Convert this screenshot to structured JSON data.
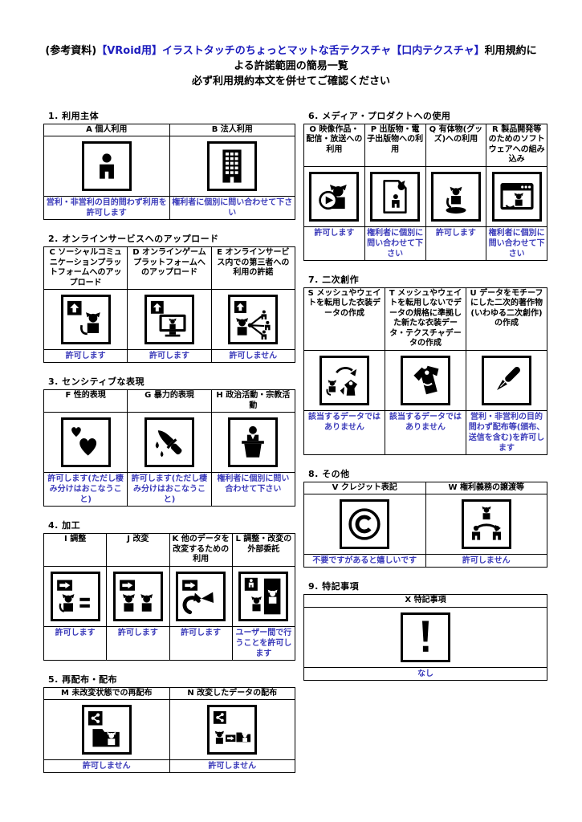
{
  "title": {
    "line1_prefix": "(参考資料)",
    "line1_em": "【VRoid用】イラストタッチのちょっとマットな舌テクスチャ【口内テクスチャ】",
    "line1_suffix": "利用規約に",
    "line2": "よる許諾範囲の簡易一覧",
    "line3": "必ず利用規約本文を併せてご確認ください"
  },
  "colors": {
    "accent_blue_title": "#1c1cbe",
    "status_blue": "#3b3bba",
    "text_black": "#000000",
    "background": "#ffffff"
  },
  "sections": [
    {
      "label": "1. 利用主体",
      "cells": [
        {
          "id": "A",
          "header": "A 個人利用",
          "icon": "person-icon",
          "status": "営利・非営利の目的問わず利用を許可します"
        },
        {
          "id": "B",
          "header": "B 法人利用",
          "icon": "building-icon",
          "status": "権利者に個別に問い合わせて下さい"
        }
      ]
    },
    {
      "label": "2. オンラインサービスへのアップロード",
      "cells": [
        {
          "id": "C",
          "header": "C ソーシャルコミュニケーションプラットフォームへのアップロード",
          "icon": "upload-social-icon",
          "status": "許可します"
        },
        {
          "id": "D",
          "header": "D オンラインゲームプラットフォームへのアップロード",
          "icon": "upload-game-icon",
          "status": "許可します"
        },
        {
          "id": "E",
          "header": "E オンラインサービス内での第三者への利用の許諾",
          "icon": "upload-third-party-icon",
          "status": "許可しません"
        }
      ]
    },
    {
      "label": "3. センシティブな表現",
      "cells": [
        {
          "id": "F",
          "header": "F 性的表現",
          "icon": "hearts-icon",
          "status": "許可します(ただし棲み分けはおこなうこと)"
        },
        {
          "id": "G",
          "header": "G 暴力的表現",
          "icon": "knife-icon",
          "status": "許可します(ただし棲み分けはおこなうこと)"
        },
        {
          "id": "H",
          "header": "H 政治活動・宗教活動",
          "icon": "podium-icon",
          "status": "権利者に個別に問い合わせて下さい"
        }
      ]
    },
    {
      "label": "4. 加工",
      "cells": [
        {
          "id": "I",
          "header": "I 調整",
          "icon": "adjust-icon",
          "status": "許可します"
        },
        {
          "id": "J",
          "header": "J 改変",
          "icon": "modify-icon",
          "status": "許可します"
        },
        {
          "id": "K",
          "header": "K 他のデータを改変するための利用",
          "icon": "modify-other-data-icon",
          "status": "許可します"
        },
        {
          "id": "L",
          "header": "L 調整・改変の外部委託",
          "icon": "outsource-icon",
          "status": "ユーザー間で行うことを許可します"
        }
      ]
    },
    {
      "label": "5. 再配布・配布",
      "cells": [
        {
          "id": "M",
          "header": "M 未改変状態での再配布",
          "icon": "redistribute-icon",
          "status": "許可しません"
        },
        {
          "id": "N",
          "header": "N 改変したデータの配布",
          "icon": "distribute-modified-icon",
          "status": "許可しません"
        }
      ]
    },
    {
      "label": "6. メディア・プロダクトへの使用",
      "cells": [
        {
          "id": "O",
          "header": "O 映像作品・配信・放送への利用",
          "icon": "video-icon",
          "status": "許可します"
        },
        {
          "id": "P",
          "header": "P 出版物・電子出版物への利用",
          "icon": "publication-icon",
          "status": "権利者に個別に問い合わせて下さい"
        },
        {
          "id": "Q",
          "header": "Q 有体物(グッズ)への利用",
          "icon": "goods-icon",
          "status": "許可します"
        },
        {
          "id": "R",
          "header": "R 製品開発等のためのソフトウェアへの組み込み",
          "icon": "software-icon",
          "status": "権利者に個別に問い合わせて下さい"
        }
      ]
    },
    {
      "label": "7. 二次創作",
      "cells": [
        {
          "id": "S",
          "header": "S メッシュやウェイトを転用した衣装データの作成",
          "icon": "costume-reuse-icon",
          "status": "該当するデータではありません"
        },
        {
          "id": "T",
          "header": "T メッシュやウェイトを転用しないでデータの規格に準拠した新たな衣装データ・テクスチャデータの作成",
          "icon": "costume-new-icon",
          "status": "該当するデータではありません"
        },
        {
          "id": "U",
          "header": "U データをモチーフにした二次的著作物(いわゆる二次創作)の作成",
          "icon": "pen-icon",
          "status": "営利・非営利の目的問わず配布等(頒布、送信を含む)を許可します"
        }
      ]
    },
    {
      "label": "8. その他",
      "cells": [
        {
          "id": "V",
          "header": "V クレジット表記",
          "icon": "copyright-icon",
          "status": "不要ですがあると嬉しいです"
        },
        {
          "id": "W",
          "header": "W 権利義務の譲渡等",
          "icon": "transfer-icon",
          "status": "許可しません"
        }
      ]
    },
    {
      "label": "9. 特記事項",
      "cells": [
        {
          "id": "X",
          "header": "X 特記事項",
          "icon": "exclamation-icon",
          "status": "なし"
        }
      ]
    }
  ]
}
